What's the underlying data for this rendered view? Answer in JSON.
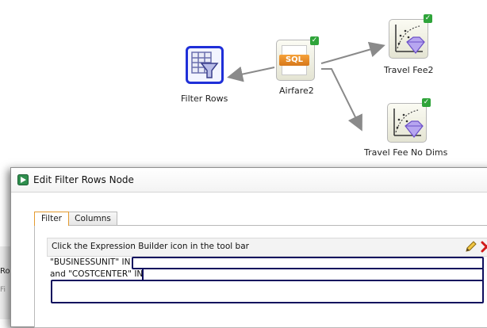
{
  "workflow": {
    "nodes": {
      "filter_rows": {
        "label": "Filter Rows",
        "icon": "filter-grid-icon"
      },
      "airfare2": {
        "label": "Airfare2",
        "icon": "sql-source-icon",
        "badge": "SQL"
      },
      "travel_fee2": {
        "label": "Travel Fee2",
        "icon": "model-diamond-icon"
      },
      "travel_fee_no_dims": {
        "label": "Travel Fee No Dims",
        "icon": "model-diamond-icon"
      }
    },
    "status_check": "✓"
  },
  "dialog": {
    "title": "Edit Filter Rows Node",
    "tabs": [
      {
        "label": "Filter",
        "active": true
      },
      {
        "label": "Columns",
        "active": false
      }
    ],
    "toolbar": {
      "hint": "Click the Expression Builder icon in the tool bar",
      "edit_icon": "pencil-icon",
      "delete_icon": "red-x-icon"
    },
    "expression": {
      "line1": "\"BUSINESSUNIT\" IN ('",
      "line2": "and \"COSTCENTER\" IN ('",
      "line3": "'",
      "line4": "'"
    }
  },
  "background_window": {
    "text1": "Rov",
    "text2": "Fi"
  },
  "colors": {
    "selection_blue": "#1f2fd8",
    "redaction_navy": "#0e0e5e",
    "status_green": "#2fa43a",
    "active_tab_orange": "#e39a2e"
  }
}
